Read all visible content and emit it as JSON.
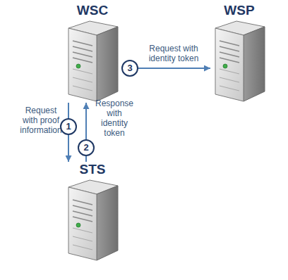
{
  "diagram": {
    "nodes": [
      {
        "text": [
          "WSC"
        ]
      },
      {
        "text": [
          "WSP"
        ]
      },
      {
        "text": [
          "STS"
        ]
      }
    ],
    "edges": [
      {
        "from": 0,
        "to": 2,
        "arrow": "to",
        "label": "Request with proof information"
      },
      {
        "from": 2,
        "to": 0,
        "arrow": "to",
        "label": "Response with identity token"
      },
      {
        "from": 0,
        "to": 1,
        "arrow": "to",
        "label": "Request with identity token"
      }
    ],
    "labels": [
      "1",
      "2",
      "3"
    ]
  }
}
